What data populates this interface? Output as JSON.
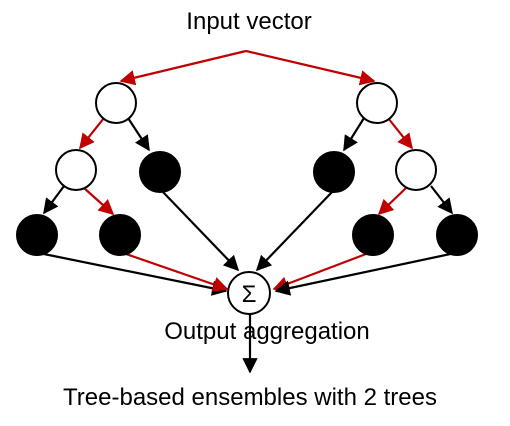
{
  "diagram": {
    "input_label": "Input vector",
    "sum_symbol": "Σ",
    "output_label": "Output aggregation",
    "caption": "Tree-based ensembles with 2 trees",
    "colors": {
      "path_edge": "#c00000",
      "plain_edge": "#000000",
      "leaf_fill": "#000000",
      "split_fill": "#ffffff"
    },
    "trees": [
      {
        "name": "tree-1",
        "root": "split",
        "level1": [
          "split",
          "leaf"
        ],
        "level2": [
          "leaf",
          "leaf"
        ],
        "active_path": [
          "root",
          "left-split",
          "right-leaf"
        ]
      },
      {
        "name": "tree-2",
        "root": "split",
        "level1": [
          "leaf",
          "split"
        ],
        "level2": [
          "leaf",
          "leaf"
        ],
        "active_path": [
          "root",
          "right-split",
          "left-leaf"
        ]
      }
    ]
  }
}
